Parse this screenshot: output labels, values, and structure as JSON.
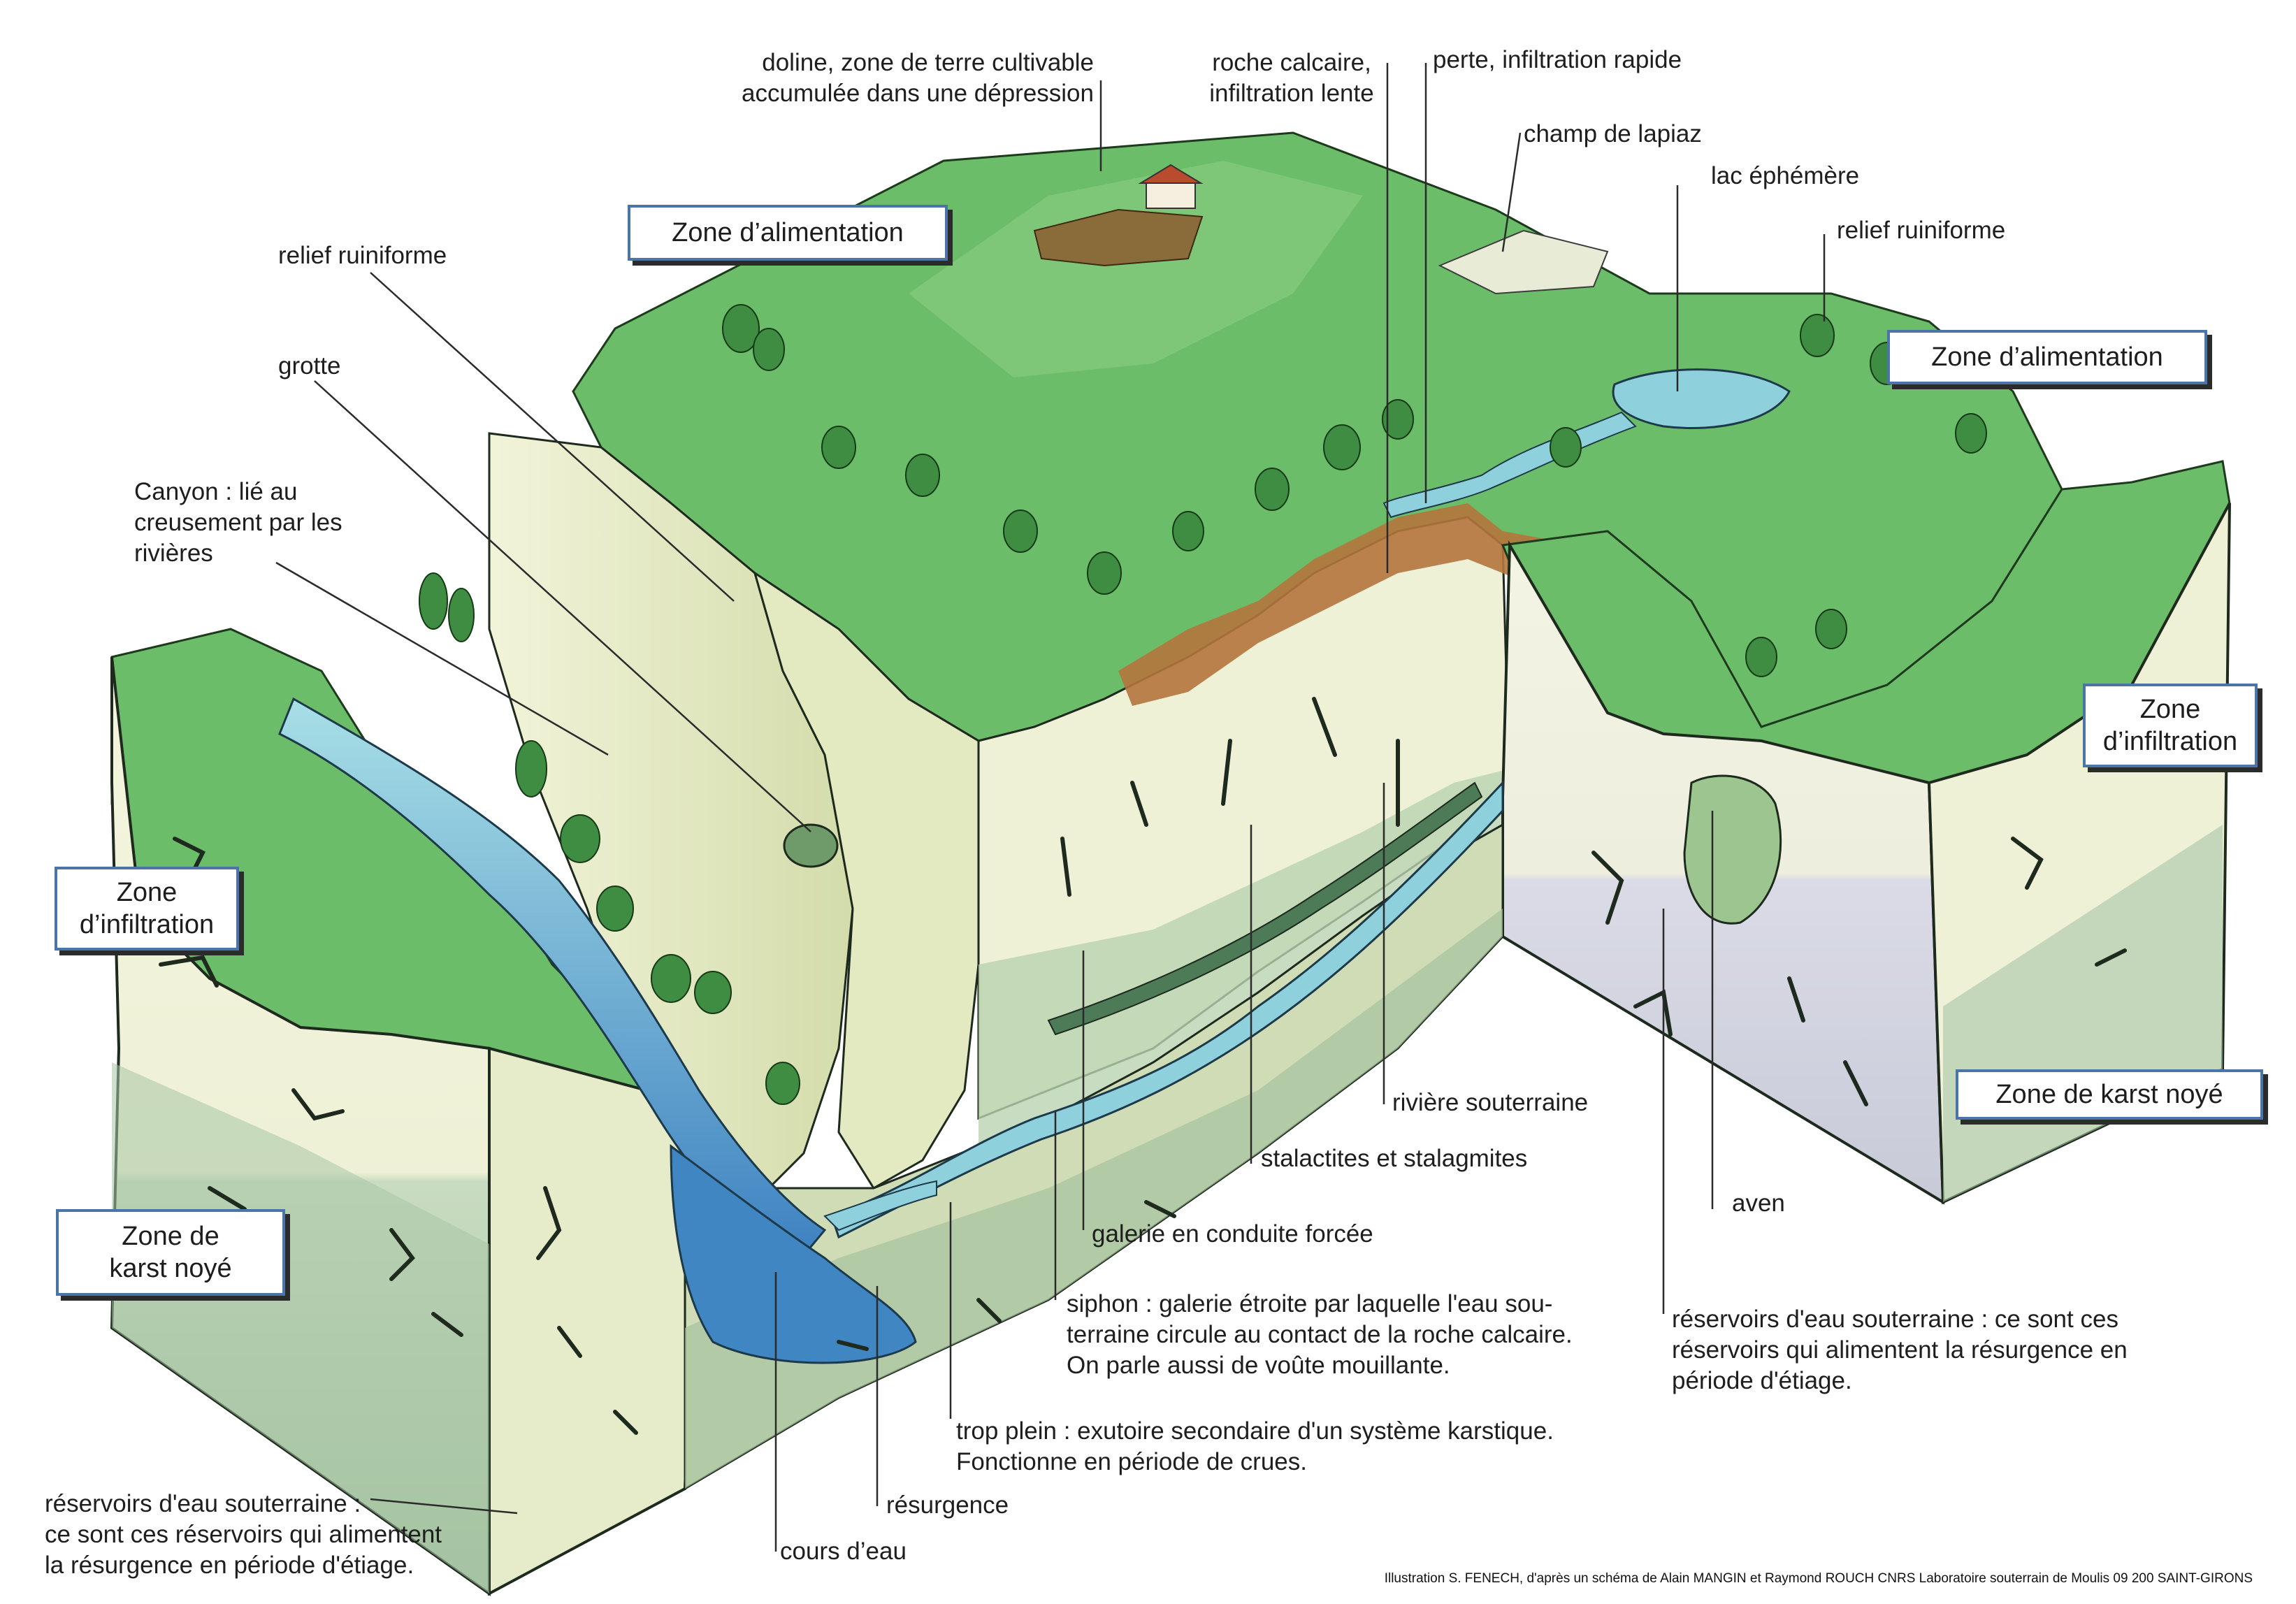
{
  "zone_boxes": {
    "alimentation_top": "Zone d’alimentation",
    "alimentation_right": "Zone d’alimentation",
    "infiltration_right": "Zone\nd’infiltration",
    "infiltration_left": "Zone\nd’infiltration",
    "karst_noye_right": "Zone de karst noyé",
    "karst_noye_left": "Zone de\nkarst noyé"
  },
  "labels": {
    "doline": "doline, zone de terre cultivable\naccumulée dans une dépression",
    "roche_calcaire": "roche calcaire,\ninfiltration lente",
    "perte": "perte, infiltration rapide",
    "lapiaz": "champ de lapiaz",
    "lac": "lac éphémère",
    "relief_right": "relief ruiniforme",
    "relief_left": "relief ruiniforme",
    "grotte": "grotte",
    "canyon": "Canyon : lié au\ncreusement par les\nrivières",
    "riviere": "rivière souterraine",
    "stalactites": "stalactites et stalagmites",
    "galerie": "galerie en conduite forcée",
    "aven": "aven",
    "siphon": "siphon : galerie étroite par laquelle l'eau sou-\nterraine circule au contact de la roche calcaire.\nOn parle aussi de voûte mouillante.",
    "reservoirs_right": "réservoirs d'eau souterraine : ce sont ces\nréservoirs qui alimentent la résurgence en\npériode d'étiage.",
    "trop_plein": "trop plein : exutoire secondaire d'un système karstique.\nFonctionne en période de crues.",
    "reservoirs_left": "réservoirs d'eau souterraine :\nce sont ces réservoirs qui alimentent\nla résurgence en période d'étiage.",
    "resurgence": "résurgence",
    "cours_eau": "cours d’eau"
  },
  "credit": "Illustration S. FENECH, d'après un schéma de Alain MANGIN et Raymond ROUCH CNRS Laboratoire souterrain de Moulis 09 200 SAINT-GIRONS",
  "colors": {
    "grass": "#6cbd6a",
    "grass_dark": "#3e8d43",
    "rock": "#eef1d6",
    "rock_shade": "#cfd9a9",
    "saturated": "#d7d9e4",
    "water": "#8fd0dd",
    "water_deep": "#3f86c2",
    "soil": "#b5743d",
    "box_border": "#4b74a9"
  }
}
